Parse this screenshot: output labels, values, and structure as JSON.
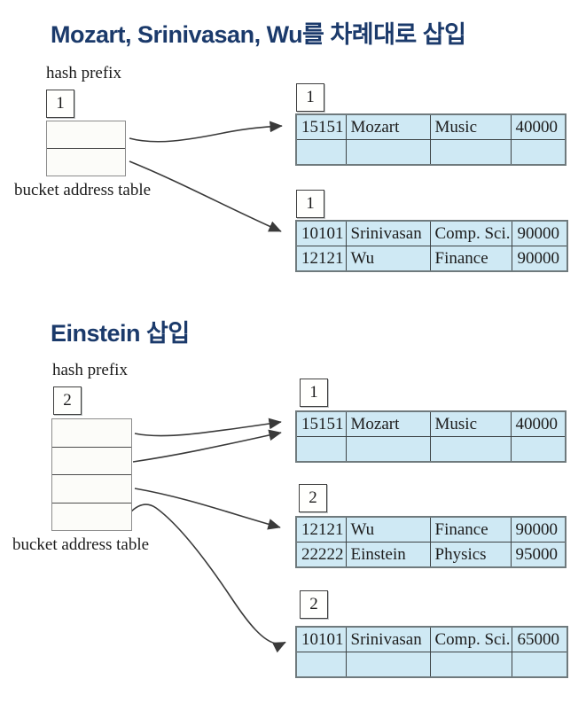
{
  "colors": {
    "title_blue": "#1b3a6b",
    "bucket_fill": "#cfe9f4",
    "line": "#3a3a3a"
  },
  "sections": [
    {
      "title": "Mozart, Srinivasan, Wu를 차례대로 삽입",
      "hash_prefix_label": "hash prefix",
      "hash_prefix_value": "1",
      "bucket_address_label": "bucket address table",
      "address_slot_count": 2,
      "buckets": [
        {
          "depth": "1",
          "rows": [
            [
              "15151",
              "Mozart",
              "Music",
              "40000"
            ],
            [
              "",
              "",
              "",
              ""
            ]
          ]
        },
        {
          "depth": "1",
          "rows": [
            [
              "10101",
              "Srinivasan",
              "Comp. Sci.",
              "90000"
            ],
            [
              "12121",
              "Wu",
              "Finance",
              "90000"
            ]
          ]
        }
      ]
    },
    {
      "title": "Einstein 삽입",
      "hash_prefix_label": "hash prefix",
      "hash_prefix_value": "2",
      "bucket_address_label": "bucket address table",
      "address_slot_count": 4,
      "buckets": [
        {
          "depth": "1",
          "rows": [
            [
              "15151",
              "Mozart",
              "Music",
              "40000"
            ],
            [
              "",
              "",
              "",
              ""
            ]
          ]
        },
        {
          "depth": "2",
          "rows": [
            [
              "12121",
              "Wu",
              "Finance",
              "90000"
            ],
            [
              "22222",
              "Einstein",
              "Physics",
              "95000"
            ]
          ]
        },
        {
          "depth": "2",
          "rows": [
            [
              "10101",
              "Srinivasan",
              "Comp. Sci.",
              "65000"
            ],
            [
              "",
              "",
              "",
              ""
            ]
          ]
        }
      ]
    }
  ]
}
